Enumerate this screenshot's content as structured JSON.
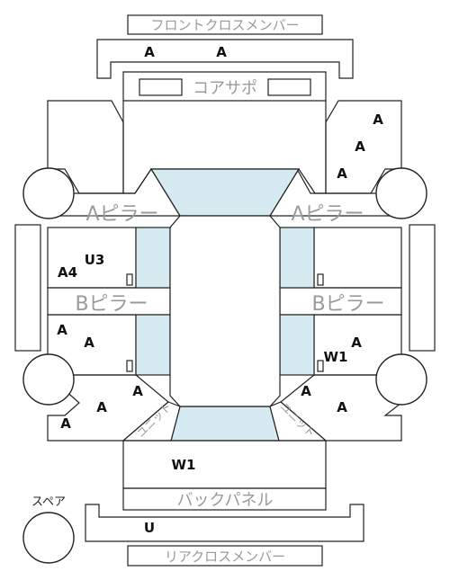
{
  "labels": {
    "front_cross_member": "フロントクロスメンバー",
    "core_support": "コアサポ",
    "a_pillar": "Aピラー",
    "b_pillar": "Bピラー",
    "back_panel": "バックパネル",
    "rear_cross_member": "リアクロスメンバー",
    "spare": "スペア",
    "unit": "ユニット"
  },
  "codes": {
    "front_member_left": "A",
    "front_member_right": "A",
    "front_right_upper": "A",
    "front_right_mid": "A",
    "front_right_lower": "A",
    "left_pillar_a4": "A4",
    "left_pillar_u3": "U3",
    "left_rear_door_1": "A",
    "left_rear_door_2": "A",
    "left_rear_quarter_1": "A",
    "left_rear_quarter_2": "A",
    "left_rear_quarter_3": "A",
    "right_rear_door_a": "A",
    "right_rear_door_w1": "W1",
    "right_rear_quarter_1": "A",
    "right_rear_quarter_2": "A",
    "trunk_floor": "W1",
    "rear_member": "U"
  },
  "colors": {
    "outline": "#222222",
    "floor_fill": "#d6eaf2",
    "label_grey": "#9a9a9a",
    "code_text": "#111111"
  }
}
